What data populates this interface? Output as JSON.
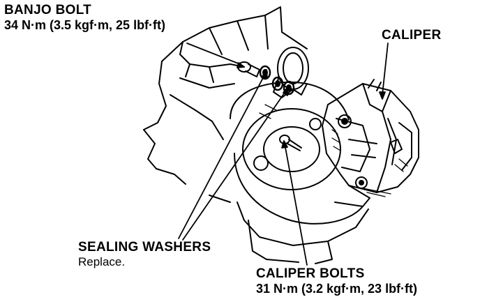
{
  "callouts": {
    "banjo_bolt": {
      "title": "BANJO BOLT",
      "torque": "34 N·m (3.5 kgf·m, 25 lbf·ft)"
    },
    "caliper": {
      "title": "CALIPER"
    },
    "sealing_washers": {
      "title": "SEALING WASHERS",
      "note": "Replace."
    },
    "caliper_bolts": {
      "title": "CALIPER BOLTS",
      "torque": "31 N·m (3.2 kgf·m, 23 lbf·ft)"
    }
  },
  "colors": {
    "ink": "#000000",
    "paper": "#ffffff"
  }
}
